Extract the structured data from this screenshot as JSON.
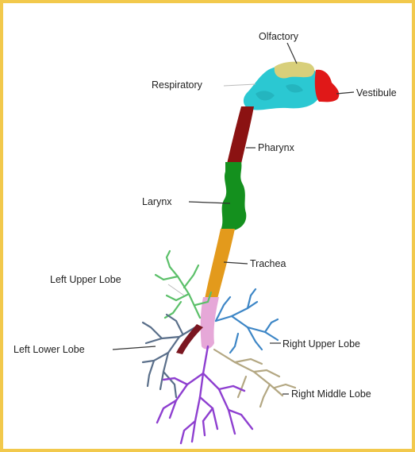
{
  "labels": {
    "olfactory": "Olfactory",
    "respiratory": "Respiratory",
    "vestibule": "Vestibule",
    "pharynx": "Pharynx",
    "larynx": "Larynx",
    "trachea": "Trachea",
    "left_upper_lobe": "Left Upper Lobe",
    "left_lower_lobe": "Left Lower Lobe",
    "right_upper_lobe": "Right Upper Lobe",
    "right_middle_lobe": "Right Middle Lobe"
  },
  "colors": {
    "frame": "#f2c94c",
    "olfactory": "#d8cf7a",
    "respiratory": "#2bc8d2",
    "vestibule": "#e01818",
    "pharynx": "#8b1212",
    "larynx": "#14901e",
    "trachea": "#e39a1c",
    "carina": "#e6a8d8",
    "left_upper_lobe": "#5cc06a",
    "left_lower_lobe": "#5a6f8a",
    "right_upper_lobe": "#3d86c6",
    "right_middle_lobe": "#b3a782",
    "lower_tree": "#8e3fd0"
  }
}
